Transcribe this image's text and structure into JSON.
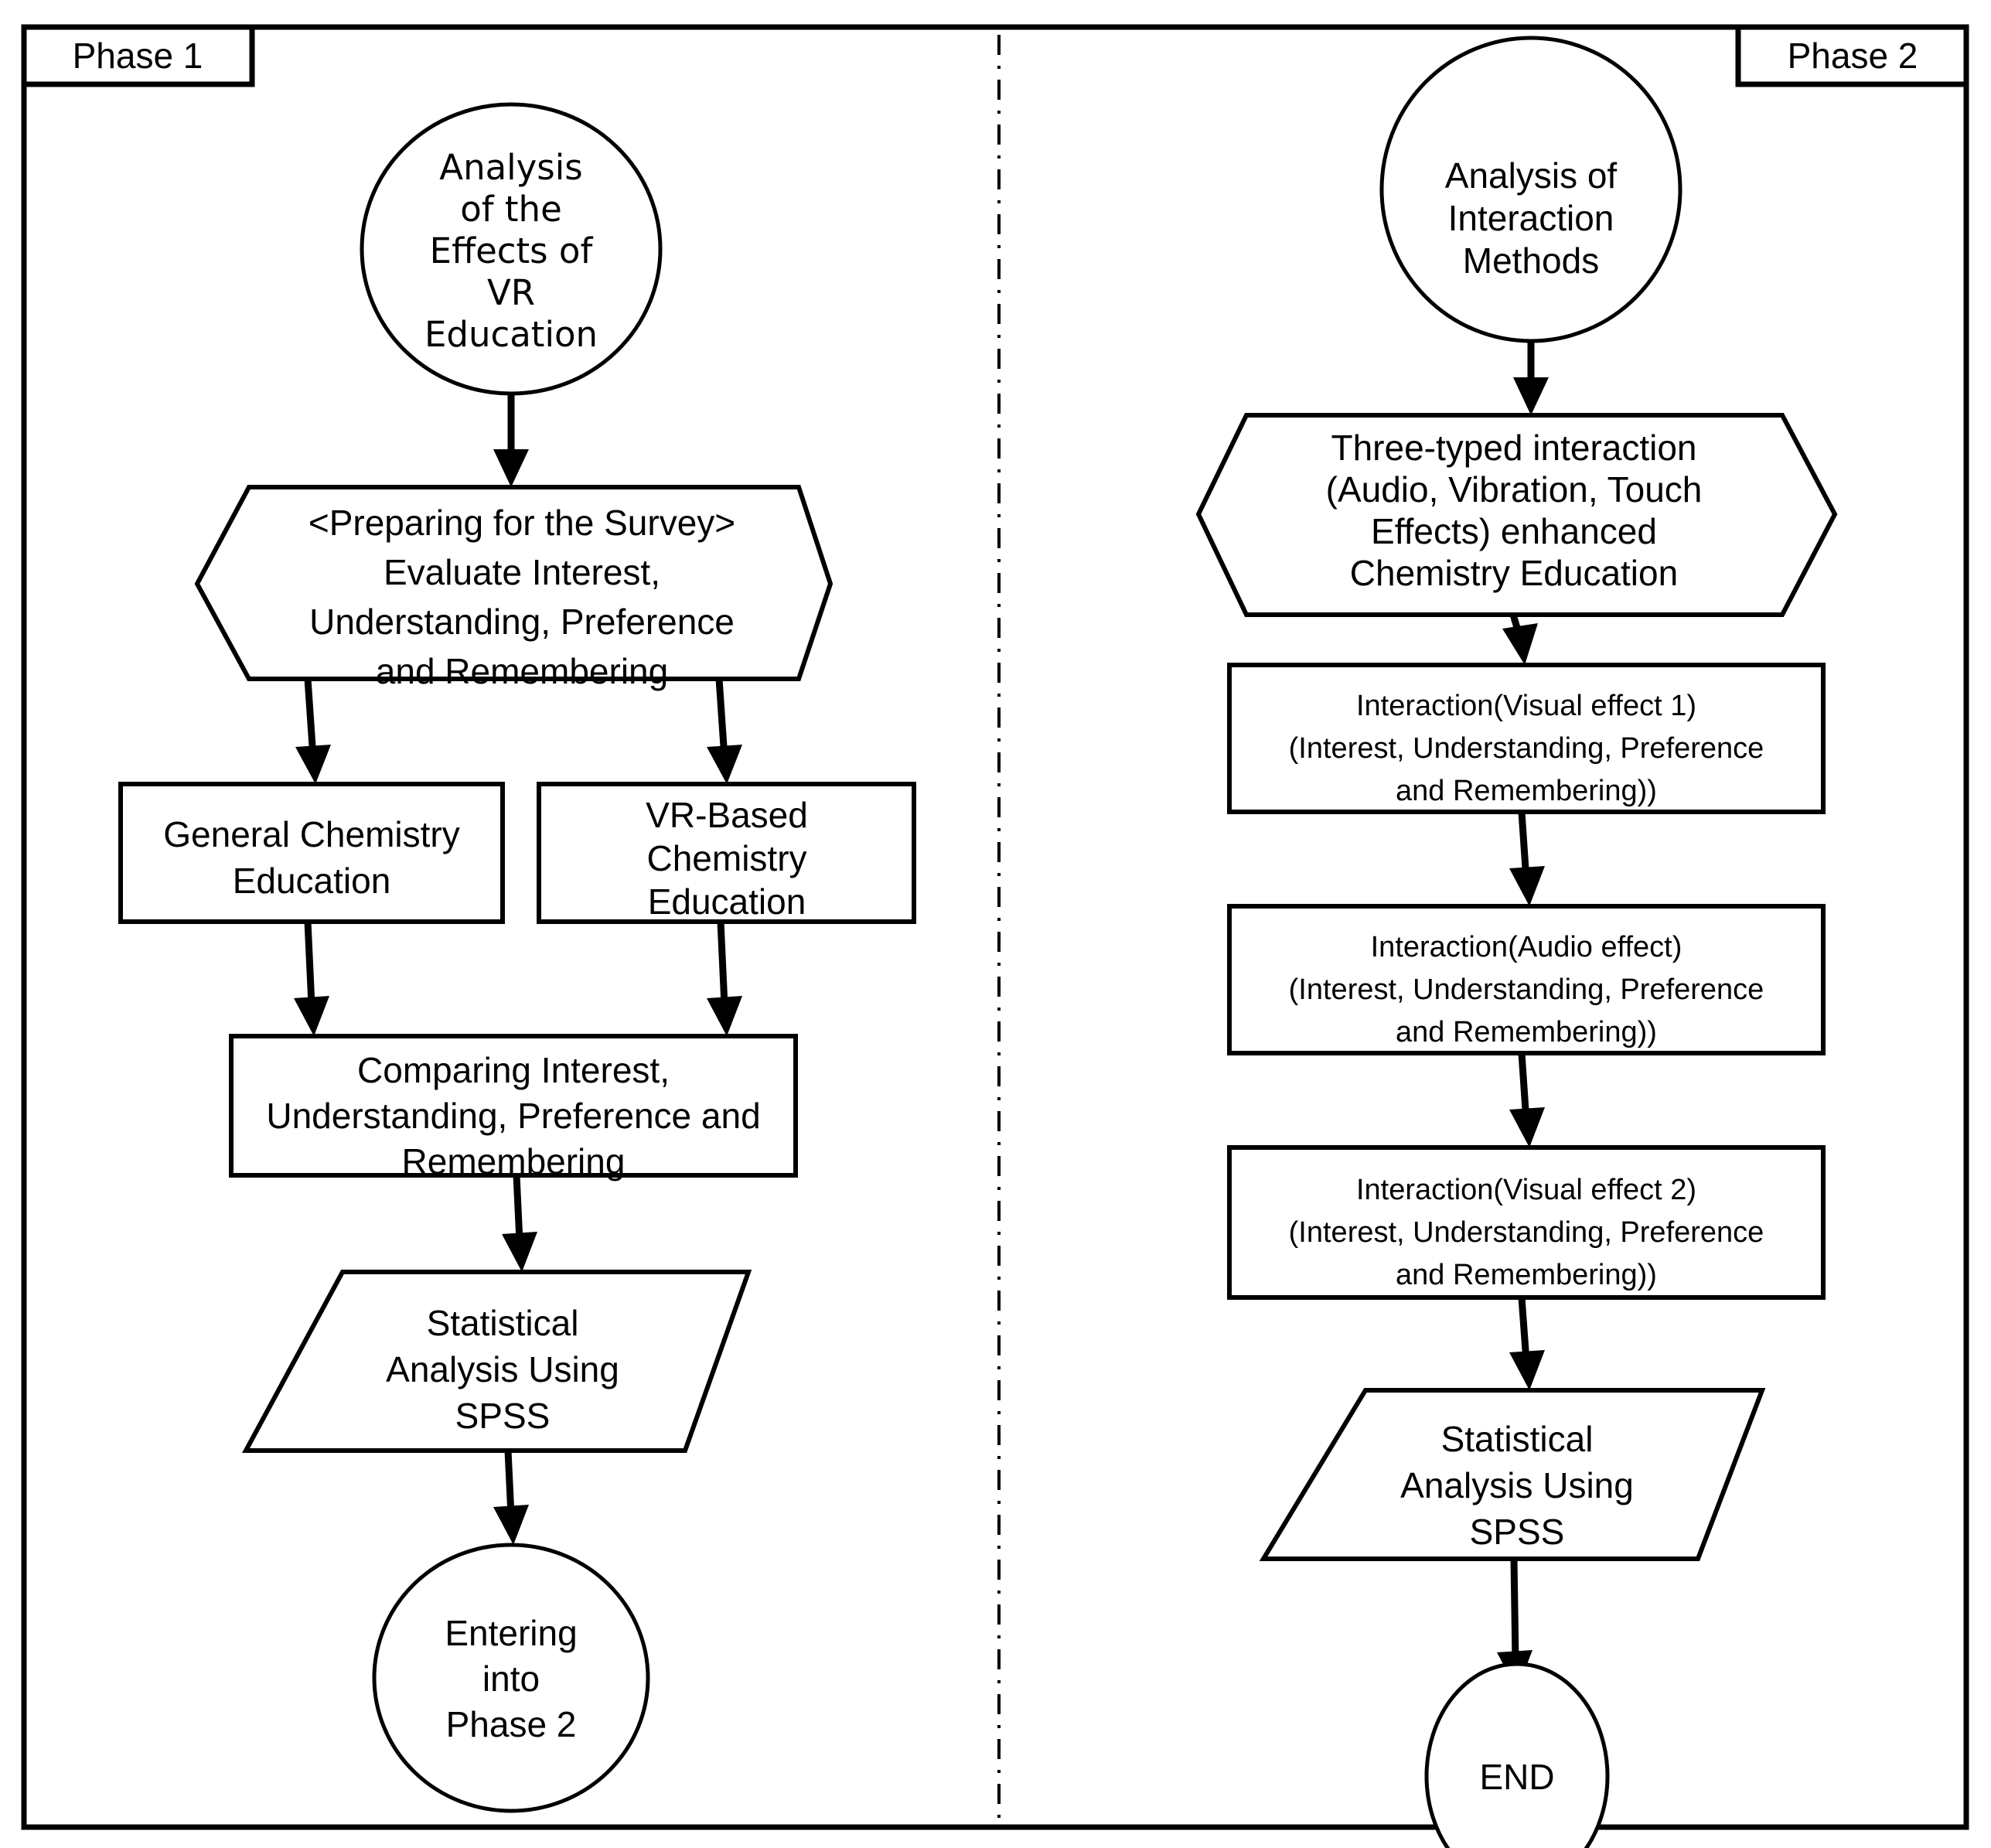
{
  "diagram": {
    "title_hidden": "",
    "phases": [
      {
        "id": "phase-1",
        "label": "Phase 1"
      },
      {
        "id": "phase-2",
        "label": "Phase 2"
      }
    ],
    "phase1": {
      "start": {
        "shape": "circle",
        "lines": [
          "Analysis",
          "of the",
          "Effects of",
          "VR",
          "Education"
        ]
      },
      "survey": {
        "shape": "hexagon",
        "lines": [
          "<Preparing for the Survey>",
          "Evaluate Interest,",
          "Understanding, Preference",
          "and Remembering"
        ]
      },
      "general_edu": {
        "shape": "rectangle",
        "lines": [
          "General Chemistry",
          "Education"
        ]
      },
      "vr_edu": {
        "shape": "rectangle",
        "lines": [
          "VR-Based",
          "Chemistry",
          "Education"
        ]
      },
      "comparing": {
        "shape": "rectangle",
        "lines": [
          "Comparing Interest,",
          "Understanding, Preference and",
          "Remembering"
        ]
      },
      "stats": {
        "shape": "parallelogram",
        "lines": [
          "Statistical",
          "Analysis Using",
          "SPSS"
        ]
      },
      "end": {
        "shape": "circle",
        "lines": [
          "Entering",
          "into",
          "Phase 2"
        ]
      }
    },
    "phase2": {
      "start": {
        "shape": "circle",
        "lines": [
          "Analysis of",
          "Interaction",
          "Methods"
        ]
      },
      "three_typed": {
        "shape": "hexagon",
        "lines": [
          "Three-typed interaction",
          "(Audio, Vibration, Touch",
          "Effects) enhanced",
          "Chemistry Education"
        ]
      },
      "visual1": {
        "shape": "rectangle",
        "lines": [
          "Interaction(Visual effect 1)",
          "(Interest, Understanding, Preference",
          "and Remembering))"
        ]
      },
      "audio": {
        "shape": "rectangle",
        "lines": [
          "Interaction(Audio effect)",
          "(Interest, Understanding, Preference",
          "and Remembering))"
        ]
      },
      "visual2": {
        "shape": "rectangle",
        "lines": [
          "Interaction(Visual effect 2)",
          "(Interest, Understanding, Preference",
          "and Remembering))"
        ]
      },
      "stats": {
        "shape": "parallelogram",
        "lines": [
          "Statistical",
          "Analysis Using",
          "SPSS"
        ]
      },
      "end": {
        "shape": "circle",
        "lines": [
          "END"
        ]
      }
    },
    "colors": {
      "stroke": "#000000",
      "background": "#ffffff"
    }
  }
}
